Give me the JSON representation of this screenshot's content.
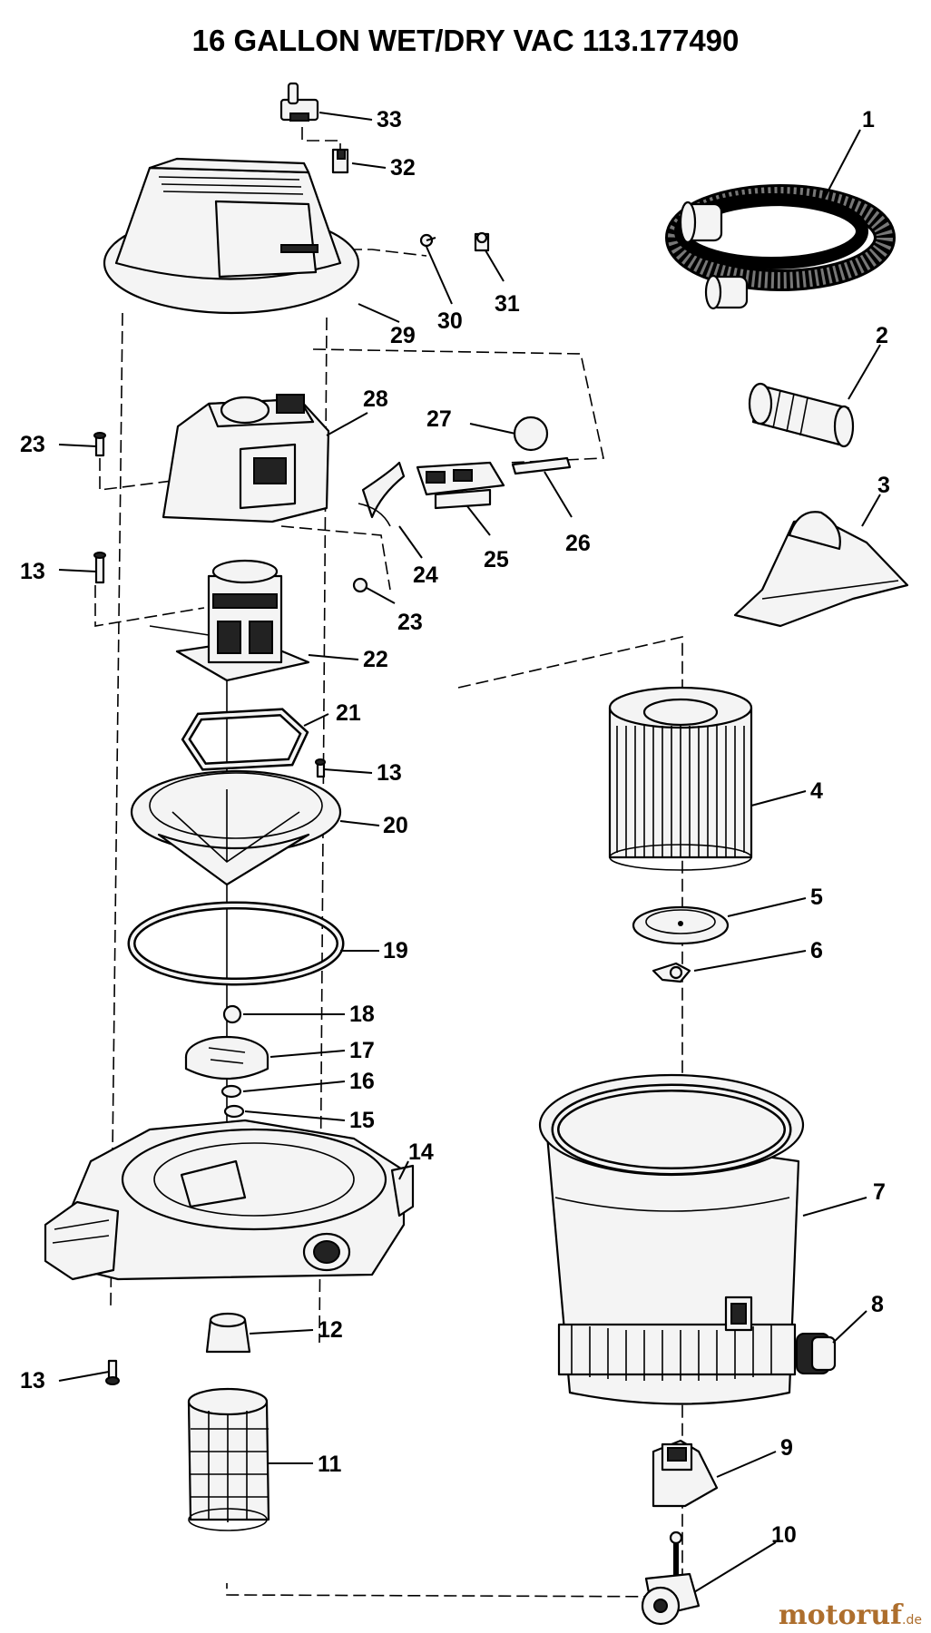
{
  "title": "16 GALLON WET/DRY VAC 113.177490",
  "watermark": {
    "brand": "motoruf",
    "suffix": ".de",
    "color_o": "#2255aa",
    "color_text": "#ad6e2d"
  },
  "callouts": {
    "c1": "1",
    "c2": "2",
    "c3": "3",
    "c4": "4",
    "c5": "5",
    "c6": "6",
    "c7": "7",
    "c8": "8",
    "c9": "9",
    "c10": "10",
    "c11": "11",
    "c12": "12",
    "c13a": "13",
    "c13b": "13",
    "c13c": "13",
    "c14": "14",
    "c15": "15",
    "c16": "16",
    "c17": "17",
    "c18": "18",
    "c19": "19",
    "c20": "20",
    "c21": "21",
    "c22": "22",
    "c23a": "23",
    "c23b": "23",
    "c24": "24",
    "c25": "25",
    "c26": "26",
    "c27": "27",
    "c28": "28",
    "c29": "29",
    "c30": "30",
    "c31": "31",
    "c32": "32",
    "c33": "33"
  }
}
